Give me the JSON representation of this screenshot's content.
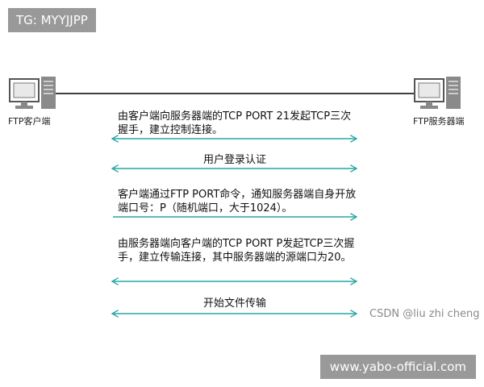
{
  "tg_badge": "TG: MYYJJPP",
  "site_badge": "www.yabo-official.com",
  "watermark": "CSDN @liu zhi cheng",
  "client": {
    "label": "FTP客户端",
    "icon": "computer-icon"
  },
  "server": {
    "label": "FTP服务器端",
    "icon": "computer-icon"
  },
  "messages": [
    {
      "text": "由客户端向服务器端的TCP PORT 21发起TCP三次握手，建立控制连接。",
      "arrow": "bidirectional"
    },
    {
      "text": "用户登录认证",
      "arrow": "bidirectional"
    },
    {
      "text": "客户端通过FTP PORT命令，通知服务器端自身开放端口号：P（随机端口，大于1024）。",
      "arrow": "to-server"
    },
    {
      "text": "由服务器端向客户端的TCP PORT P发起TCP三次握手，建立传输连接，其中服务器端的源端口为20。",
      "arrow": "bidirectional"
    },
    {
      "text": "开始文件传输",
      "arrow": "bidirectional"
    }
  ],
  "colors": {
    "arrow": "#2aa6a6",
    "line": "#000000",
    "badge": "#999999"
  }
}
